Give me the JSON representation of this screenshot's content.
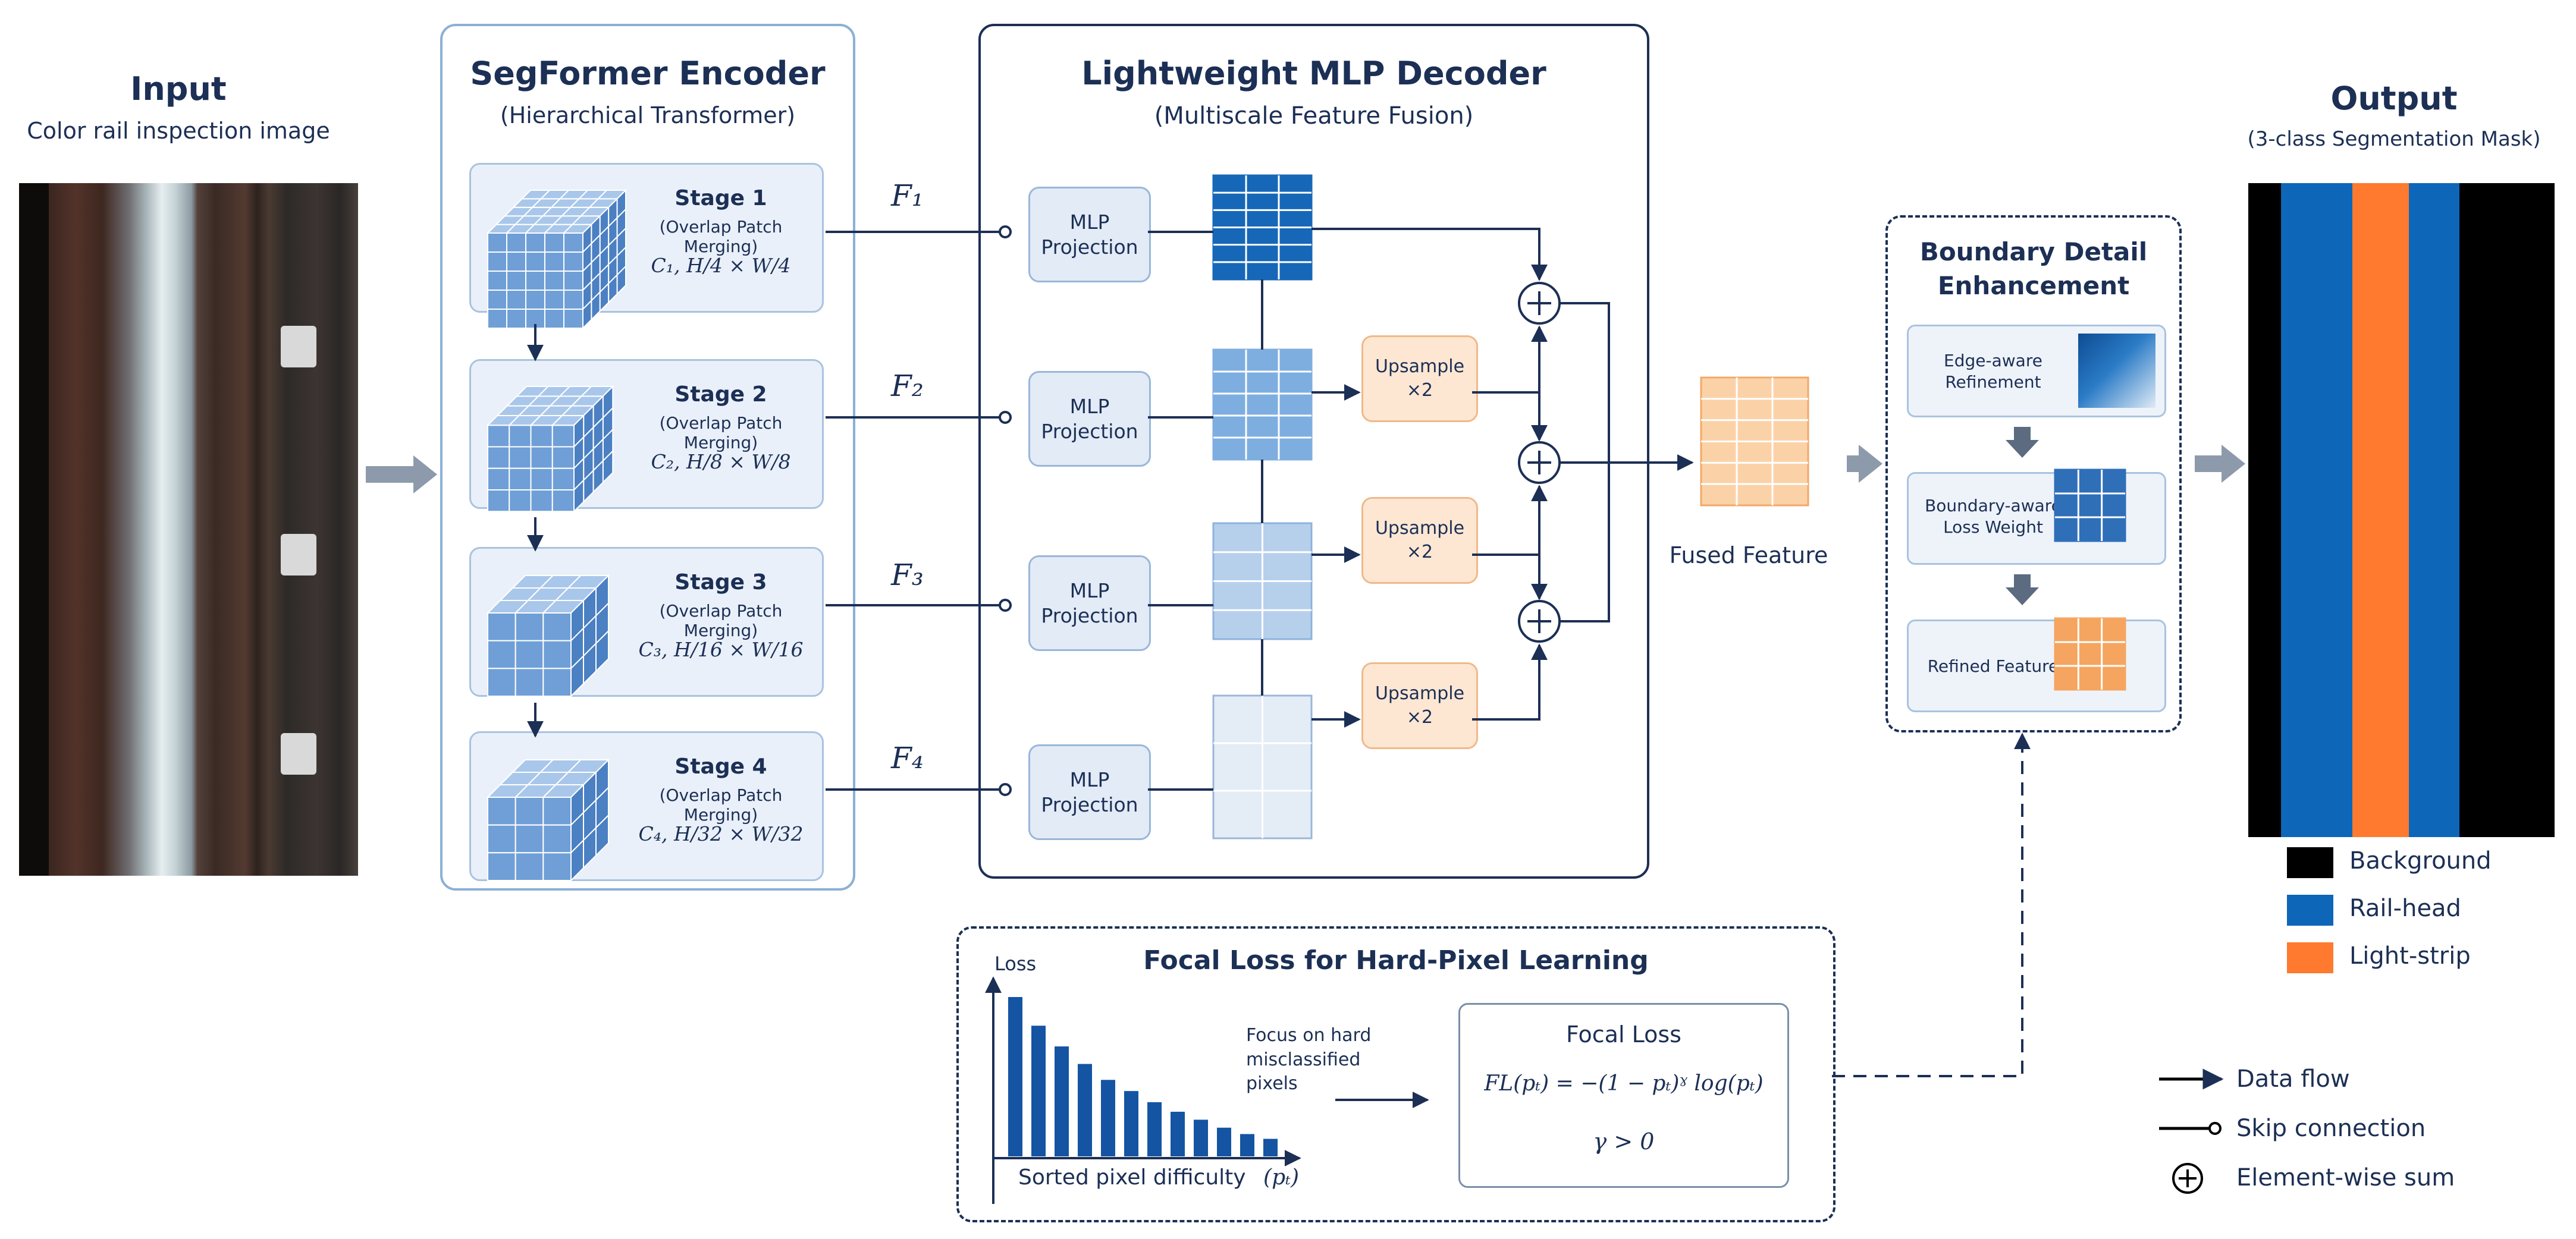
{
  "input": {
    "title": "Input",
    "subtitle": "Color rail inspection image"
  },
  "encoder": {
    "title": "SegFormer Encoder",
    "subtitle": "(Hierarchical Transformer)",
    "stages": [
      {
        "name": "Stage 1",
        "desc": "(Overlap Patch Merging)",
        "dim": "C₁, H/4 × W/4"
      },
      {
        "name": "Stage 2",
        "desc": "(Overlap Patch Merging)",
        "dim": "C₂, H/8 × W/8"
      },
      {
        "name": "Stage 3",
        "desc": "(Overlap Patch Merging)",
        "dim": "C₃, H/16 × W/16"
      },
      {
        "name": "Stage 4",
        "desc": "(Overlap Patch Merging)",
        "dim": "C₄, H/32 × W/32"
      }
    ]
  },
  "features": [
    "F₁",
    "F₂",
    "F₃",
    "F₄"
  ],
  "decoder": {
    "title": "Lightweight MLP Decoder",
    "subtitle": "(Multiscale Feature Fusion)",
    "mlp_label": "MLP Projection",
    "upsample_label": "Upsample ×2"
  },
  "fused_label": "Fused Feature",
  "boundary": {
    "title": "Boundary Detail Enhancement",
    "items": [
      "Edge-aware Refinement",
      "Boundary-aware Loss Weight",
      "Refined Feature"
    ]
  },
  "output": {
    "title": "Output",
    "subtitle": "(3-class Segmentation Mask)",
    "classes": [
      {
        "name": "Background",
        "color": "#000000"
      },
      {
        "name": "Rail-head",
        "color": "#0d66b8"
      },
      {
        "name": "Light-strip",
        "color": "#ff7a2e"
      }
    ]
  },
  "focal": {
    "title": "Focal Loss for Hard-Pixel Learning",
    "y_label": "Loss",
    "x_label": "Sorted pixel difficulty",
    "x_symbol": "(pₜ)",
    "note": "Focus on hard misclassified pixels",
    "box_title": "Focal Loss",
    "formula": "FL(pₜ) = −(1 − pₜ)ˠ log(pₜ)",
    "condition": "γ > 0",
    "bar_heights": [
      1.0,
      0.82,
      0.69,
      0.58,
      0.48,
      0.41,
      0.34,
      0.28,
      0.23,
      0.18,
      0.14,
      0.11
    ]
  },
  "legend": [
    {
      "icon": "arrow-icon",
      "label": "Data flow"
    },
    {
      "icon": "skip-connection-icon",
      "label": "Skip connection"
    },
    {
      "icon": "element-wise-sum-icon",
      "label": "Element-wise sum"
    }
  ],
  "colors": {
    "navy": "#1c2f55",
    "blue_dark": "#1767b8",
    "blue_light": "#a9c5e8",
    "orange": "#f5a55f",
    "panel_border": "#8cb0d6"
  }
}
